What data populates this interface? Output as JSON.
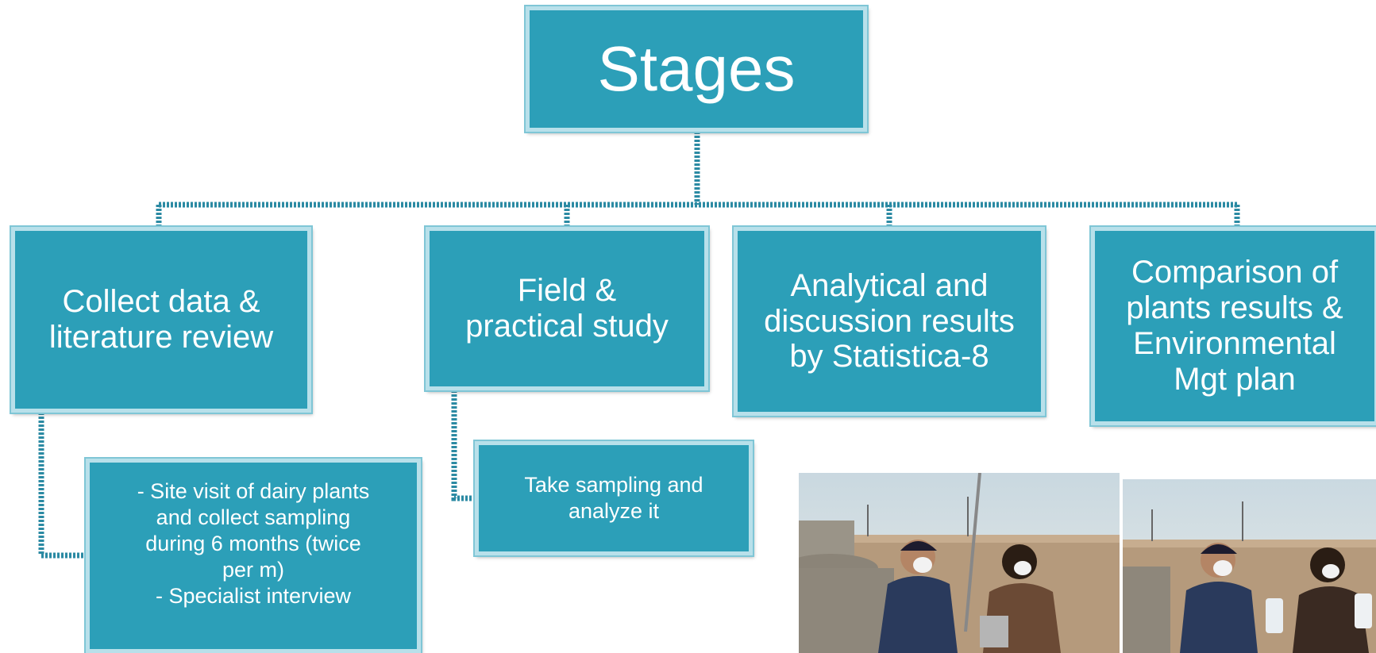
{
  "diagram": {
    "root": {
      "label": "Stages"
    },
    "stages": [
      {
        "label": "Collect data &\nliterature review"
      },
      {
        "label": "Field  &\npractical study"
      },
      {
        "label": "Analytical and\ndiscussion results\nby   Statistica-8"
      },
      {
        "label": "Comparison of\nplants results &\nEnvironmental\nMgt plan"
      }
    ],
    "details": [
      {
        "label": "- Site visit of dairy plants\nand collect sampling\nduring 6 months (twice\nper m)\n- Specialist interview"
      },
      {
        "label": "Take sampling and\nanalyze it"
      }
    ]
  },
  "colors": {
    "box_fill": "#2c9fb8",
    "box_border": "#b8e0ea",
    "connector": "#2b8aa3"
  }
}
